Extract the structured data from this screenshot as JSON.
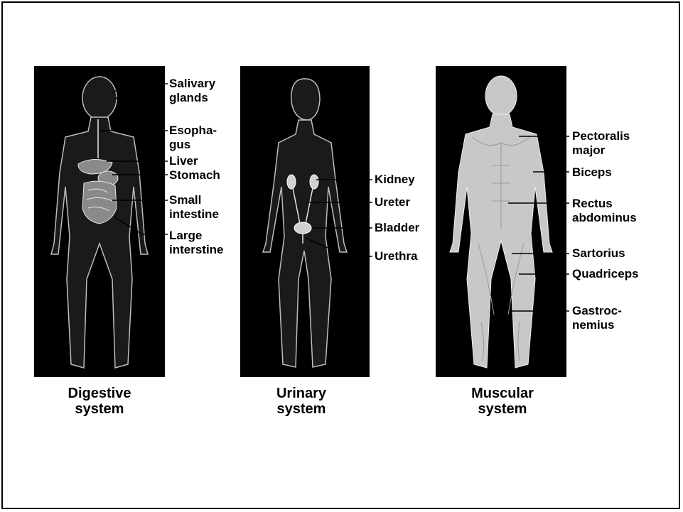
{
  "diagrams": [
    {
      "caption": "Digestive\nsystem",
      "labels": [
        "Salivary\nglands",
        "Esopha-\ngus",
        "Liver",
        "Stomach",
        "Small\nintestine",
        "Large\ninterstine"
      ]
    },
    {
      "caption": "Urinary\nsystem",
      "labels": [
        "Kidney",
        "Ureter",
        "Bladder",
        "Urethra"
      ]
    },
    {
      "caption": "Muscular\nsystem",
      "labels": [
        "Pectoralis\nmajor",
        "Biceps",
        "Rectus\nabdominus",
        "Sartorius",
        "Quadriceps",
        "Gastroc-\nnemius"
      ]
    }
  ],
  "colors": {
    "panel": "#000000",
    "figure": "#bdbdbd",
    "muscle": "#d9d9d9",
    "organ": "#e6e6e6"
  }
}
